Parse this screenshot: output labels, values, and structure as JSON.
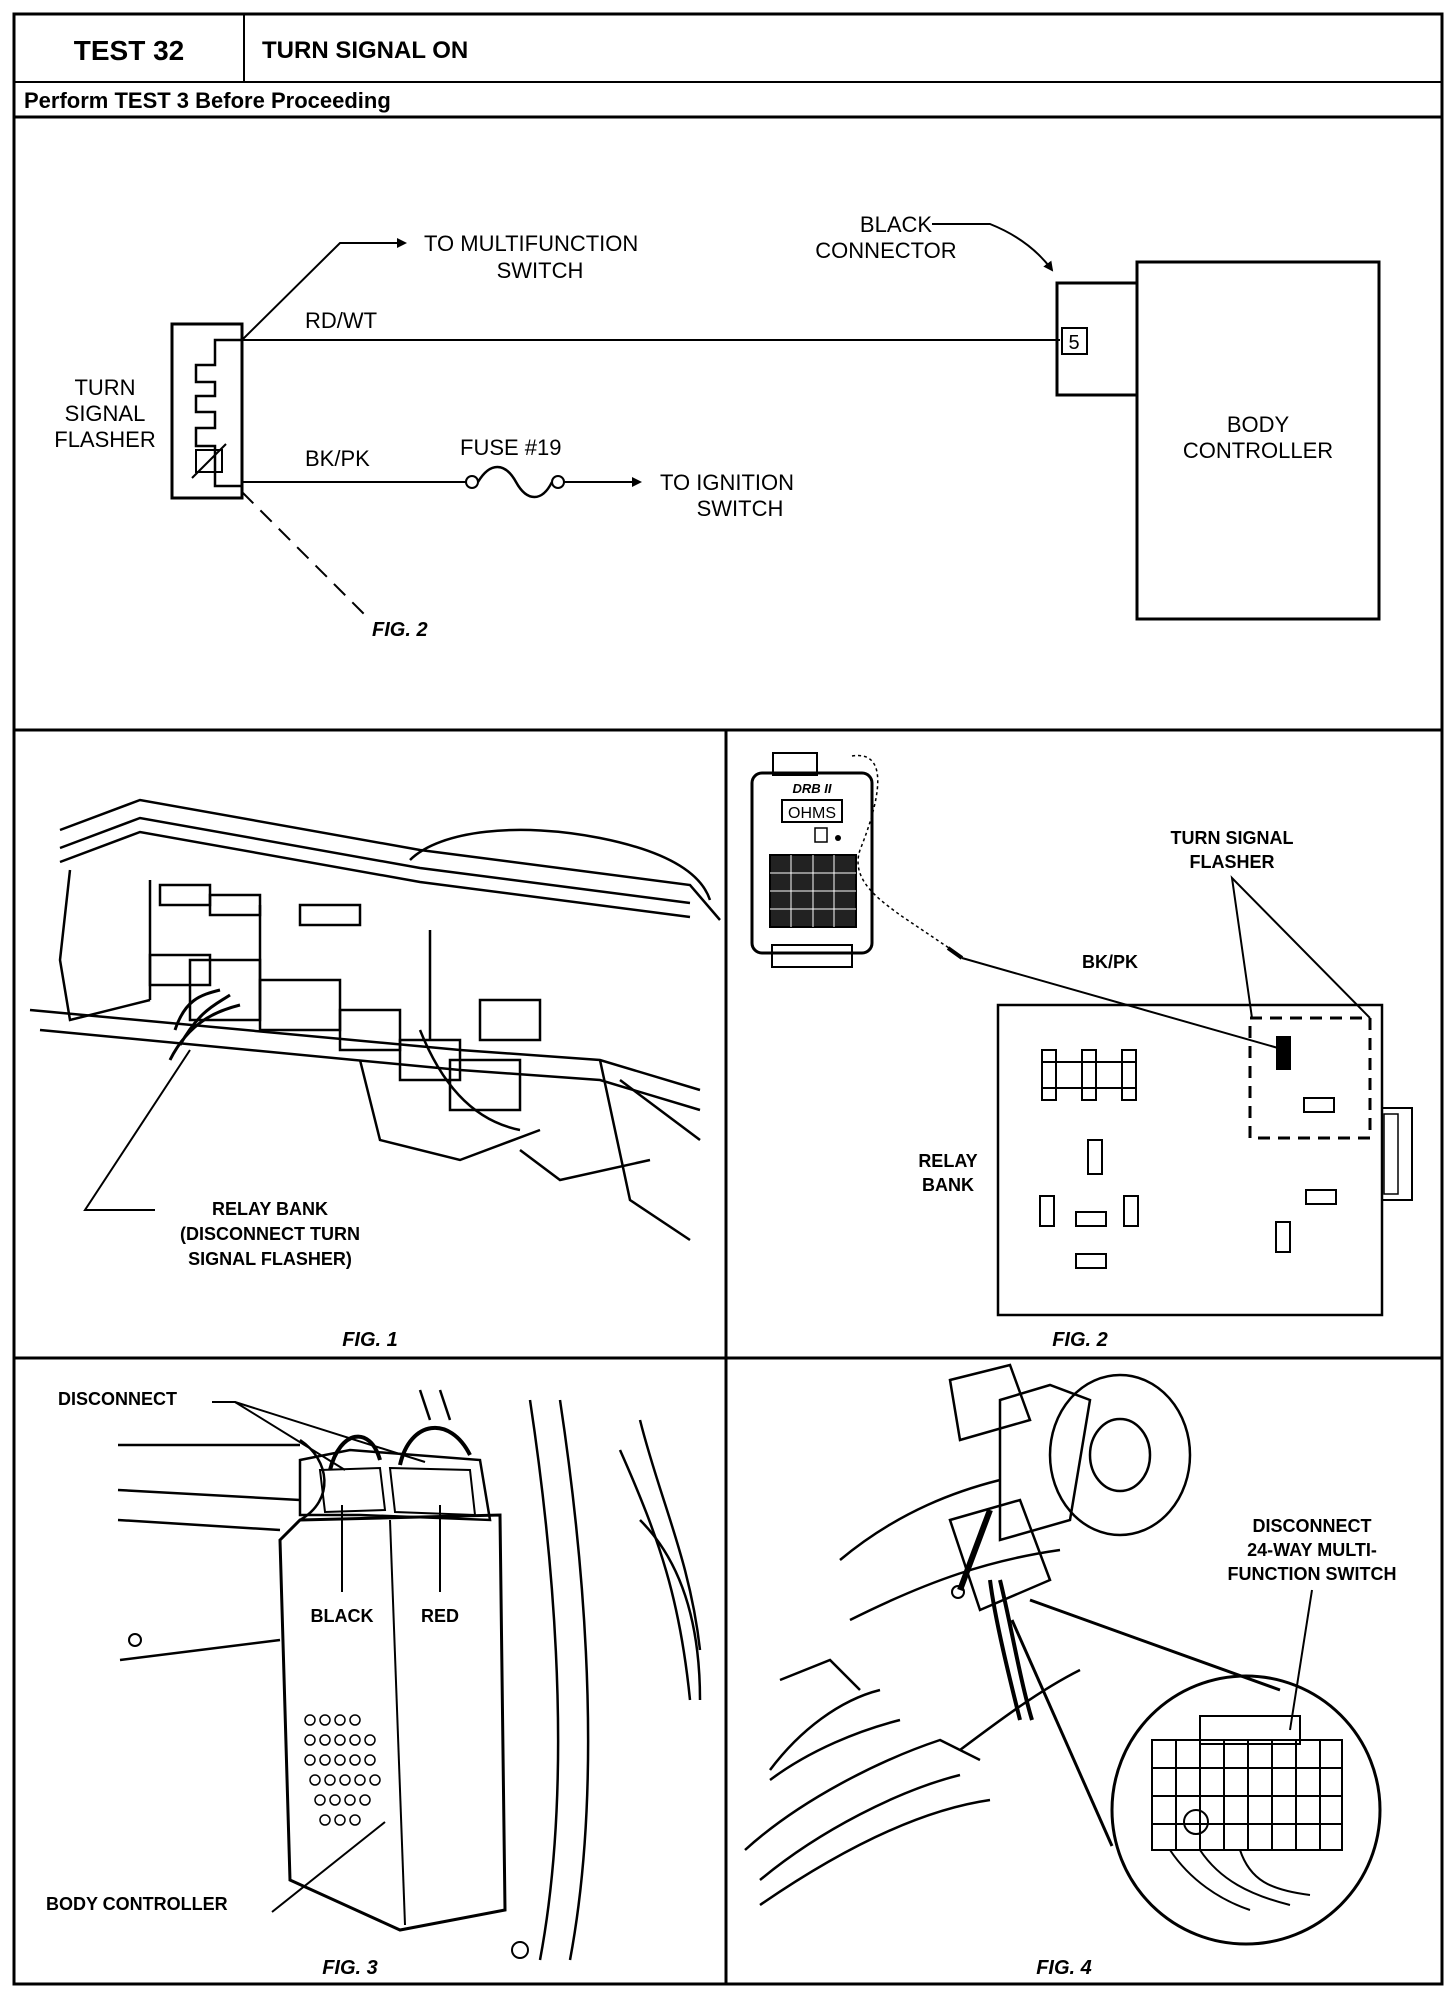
{
  "header": {
    "test_number": "TEST 32",
    "test_title": "TURN SIGNAL ON",
    "prerequisite": "Perform TEST 3 Before Proceeding"
  },
  "schematic": {
    "turn_signal_flasher": [
      "TURN",
      "SIGNAL",
      "FLASHER"
    ],
    "to_multifunction_switch": [
      "TO MULTIFUNCTION",
      "SWITCH"
    ],
    "wire_rd_wt": "RD/WT",
    "wire_bk_pk": "BK/PK",
    "fuse": "FUSE #19",
    "to_ignition_switch": [
      "TO IGNITION",
      "SWITCH"
    ],
    "black_connector": [
      "BLACK",
      "CONNECTOR"
    ],
    "pin": "5",
    "body_controller": [
      "BODY",
      "CONTROLLER"
    ],
    "fig_ref": "FIG. 2"
  },
  "fig1": {
    "callout": [
      "RELAY BANK",
      "(DISCONNECT TURN",
      "SIGNAL FLASHER)"
    ],
    "caption": "FIG. 1"
  },
  "fig2": {
    "meter_display": "OHMS",
    "meter_brand": "DRB II",
    "turn_signal_flasher": [
      "TURN SIGNAL",
      "FLASHER"
    ],
    "wire": "BK/PK",
    "relay_bank": [
      "RELAY",
      "BANK"
    ],
    "caption": "FIG. 2"
  },
  "fig3": {
    "disconnect": "DISCONNECT",
    "black": "BLACK",
    "red": "RED",
    "body_controller": "BODY CONTROLLER",
    "caption": "FIG. 3"
  },
  "fig4": {
    "callout": [
      "DISCONNECT",
      "24-WAY MULTI-",
      "FUNCTION SWITCH"
    ],
    "caption": "FIG. 4"
  }
}
